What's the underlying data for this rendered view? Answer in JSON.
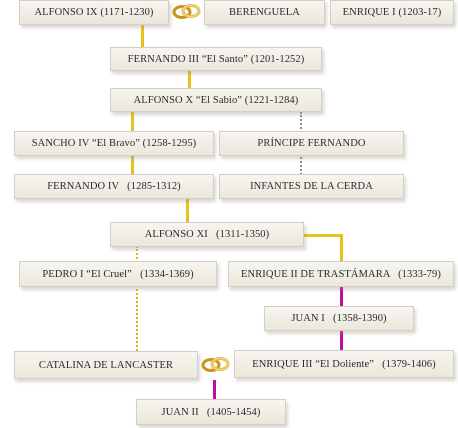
{
  "people": {
    "alfonso_ix": "ALFONSO IX (1171-1230)",
    "berenguela": "BERENGUELA",
    "enrique_i": "ENRIQUE I (1203-17)",
    "fernando_iii": "FERNANDO III “El Santo” (1201-1252)",
    "alfonso_x": "ALFONSO X “El Sabio” (1221-1284)",
    "sancho_iv": "SANCHO IV “El Bravo” (1258-1295)",
    "principe_fernando": "PRÍNCIPE FERNANDO",
    "fernando_iv": "FERNANDO IV   (1285-1312)",
    "infantes_cerda": "INFANTES DE LA CERDA",
    "alfonso_xi": "ALFONSO XI   (1311-1350)",
    "pedro_i": "PEDRO I “El Cruel”   (1334-1369)",
    "enrique_ii": "ENRIQUE II DE TRASTÁMARA   (1333-79)",
    "juan_i": "JUAN I   (1358-1390)",
    "catalina": "CATALINA DE LANCASTER",
    "enrique_iii": "ENRIQUE III “El Doliente”   (1379-1406)",
    "juan_ii": "JUAN II   (1405-1454)"
  },
  "icons": {
    "marriage": "wedding-rings-icon"
  },
  "colors": {
    "legitimate_line": "#e8c21a",
    "trastamara_line": "#c20aa5",
    "collateral_line": "#8c8c8c",
    "box_fill": "#f0ede6"
  }
}
